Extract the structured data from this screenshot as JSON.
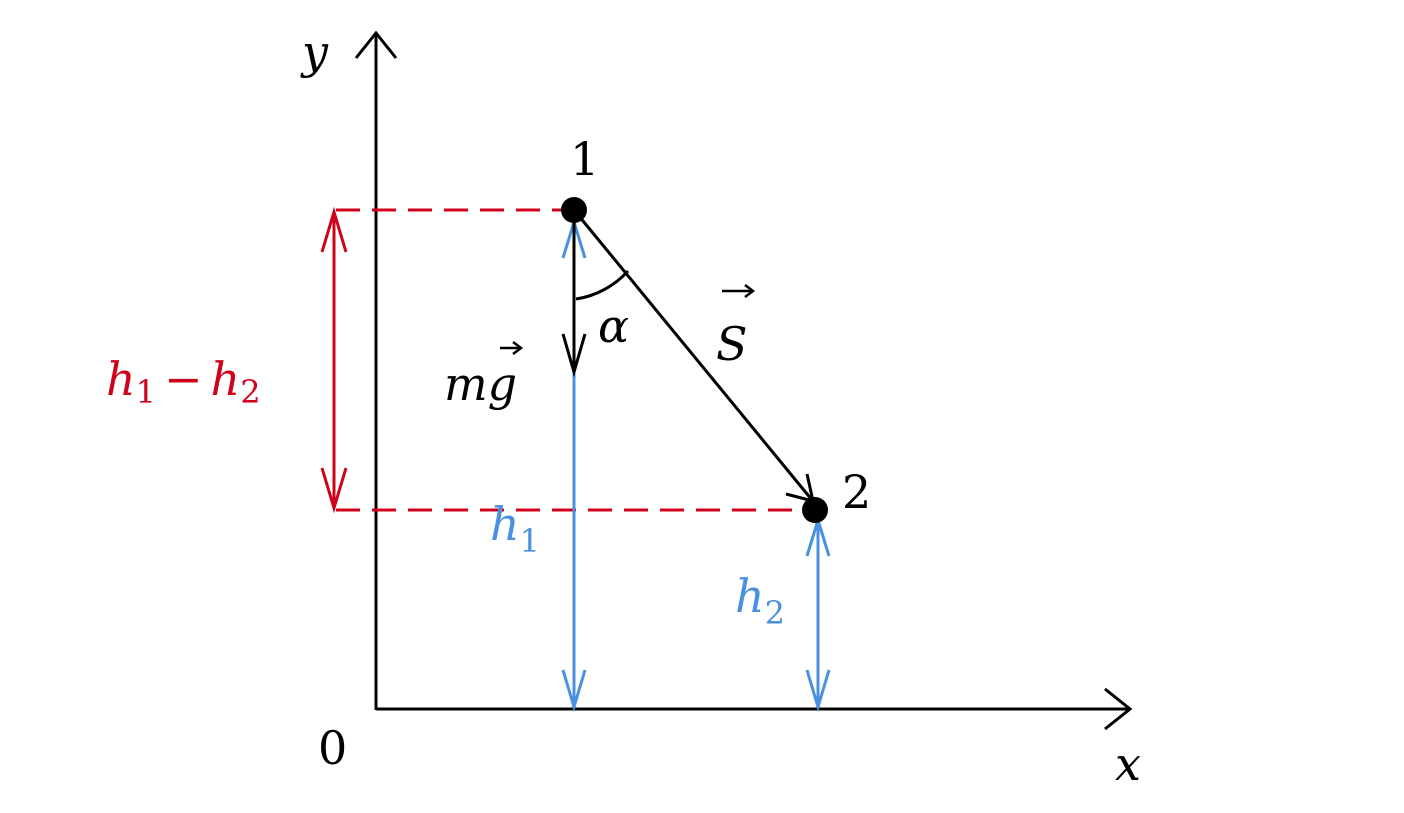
{
  "labels": {
    "y_axis": "y",
    "x_axis": "x",
    "origin": "0",
    "point_1": "1",
    "point_2": "2",
    "angle": "α",
    "displacement_vector": "S",
    "gravity_m": "m",
    "gravity_g": "g",
    "height_1_h": "h",
    "height_1_sub": "1",
    "height_2_h": "h",
    "height_2_sub": "2",
    "difference_h1": "h",
    "difference_sub1": "1",
    "difference_minus": "−",
    "difference_h2": "h",
    "difference_sub2": "2"
  },
  "colors": {
    "axes": "#000000",
    "blue": "#4a90e2",
    "red": "#d0021b",
    "point": "#000000"
  }
}
